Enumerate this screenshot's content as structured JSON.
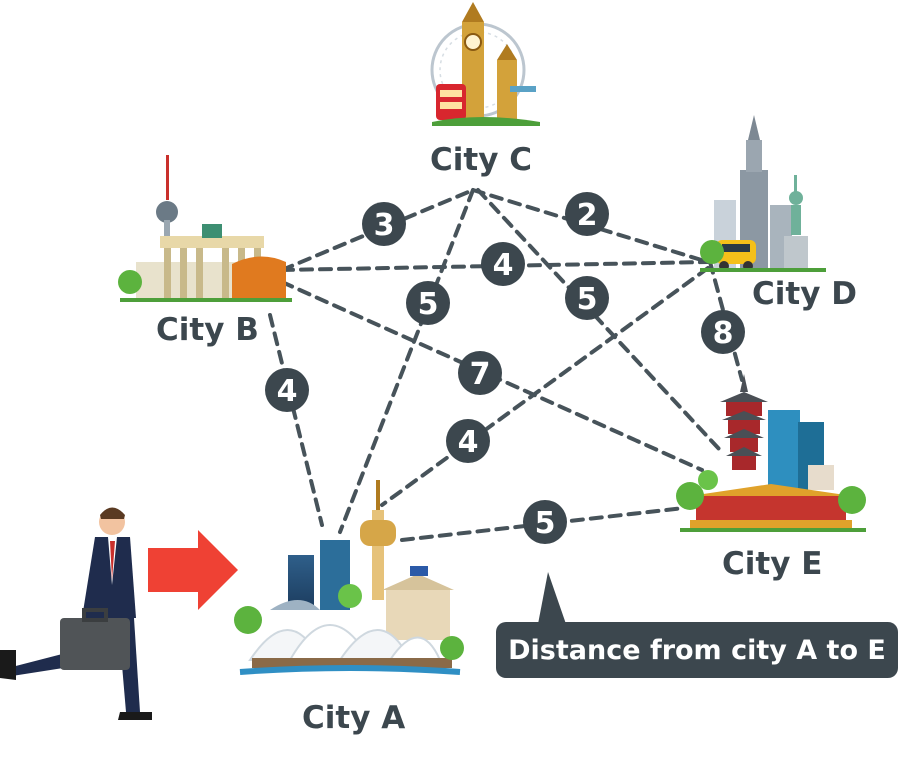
{
  "cities": {
    "A": {
      "label": "City A"
    },
    "B": {
      "label": "City B"
    },
    "C": {
      "label": "City C"
    },
    "D": {
      "label": "City D"
    },
    "E": {
      "label": "City E"
    }
  },
  "edges": [
    {
      "from": "B",
      "to": "C",
      "weight": "3"
    },
    {
      "from": "C",
      "to": "D",
      "weight": "2"
    },
    {
      "from": "B",
      "to": "D",
      "weight": "4"
    },
    {
      "from": "C",
      "to": "A",
      "weight": "5"
    },
    {
      "from": "C",
      "to": "E",
      "weight": "5"
    },
    {
      "from": "D",
      "to": "E",
      "weight": "8"
    },
    {
      "from": "B",
      "to": "E",
      "weight": "7"
    },
    {
      "from": "B",
      "to": "A",
      "weight": "4"
    },
    {
      "from": "D",
      "to": "A",
      "weight": "4"
    },
    {
      "from": "A",
      "to": "E",
      "weight": "5"
    }
  ],
  "callout": {
    "text": "Distance from city A to E"
  },
  "colors": {
    "edge": "#47535a",
    "badge": "#3c474e",
    "arrow": "#ef4134"
  }
}
